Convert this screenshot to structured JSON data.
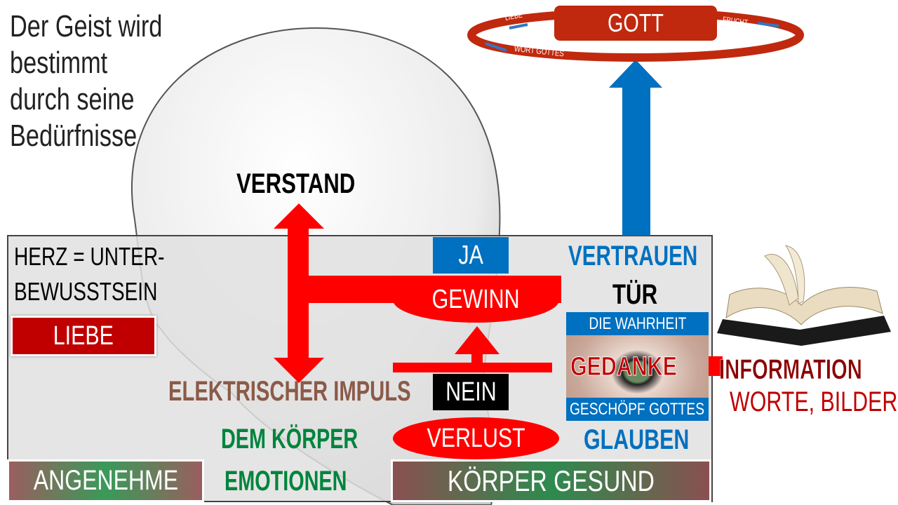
{
  "title_lines": [
    "Der Geist wird",
    "bestimmt",
    "durch seine",
    "Bedürfnisse"
  ],
  "verstand": "VERSTAND",
  "herz": [
    "HERZ = UNTER-",
    "BEWUSSTSEIN"
  ],
  "liebe": "LIEBE",
  "ja": "JA",
  "gewinn": "GEWINN",
  "nein": "NEIN",
  "verlust": "VERLUST",
  "impuls": "ELEKTRISCHER IMPULS",
  "dem_koerper": "DEM KÖRPER",
  "emotionen": "EMOTIONEN",
  "angenehme": "ANGENEHME",
  "koerper_gesund": "KÖRPER GESUND",
  "vertrauen": "VERTRAUEN",
  "tuer": "TÜR",
  "wahrheit": "DIE WAHRHEIT",
  "gedanke": "GEDANKE",
  "geschoepf": "GESCHÖPF GOTTES",
  "glauben": "GLAUBEN",
  "information": "INFORMATION",
  "worte_bilder": "WORTE, BILDER",
  "gott": {
    "label": "GOTT",
    "liebe": "LIEBE",
    "frucht": "FRUCHT",
    "wort": "WORT GOTTES"
  },
  "colors": {
    "red": "#ff0000",
    "blue": "#0070c0",
    "ring": "#c0290e",
    "brown": "#8b5a48",
    "green": "#00843d"
  }
}
